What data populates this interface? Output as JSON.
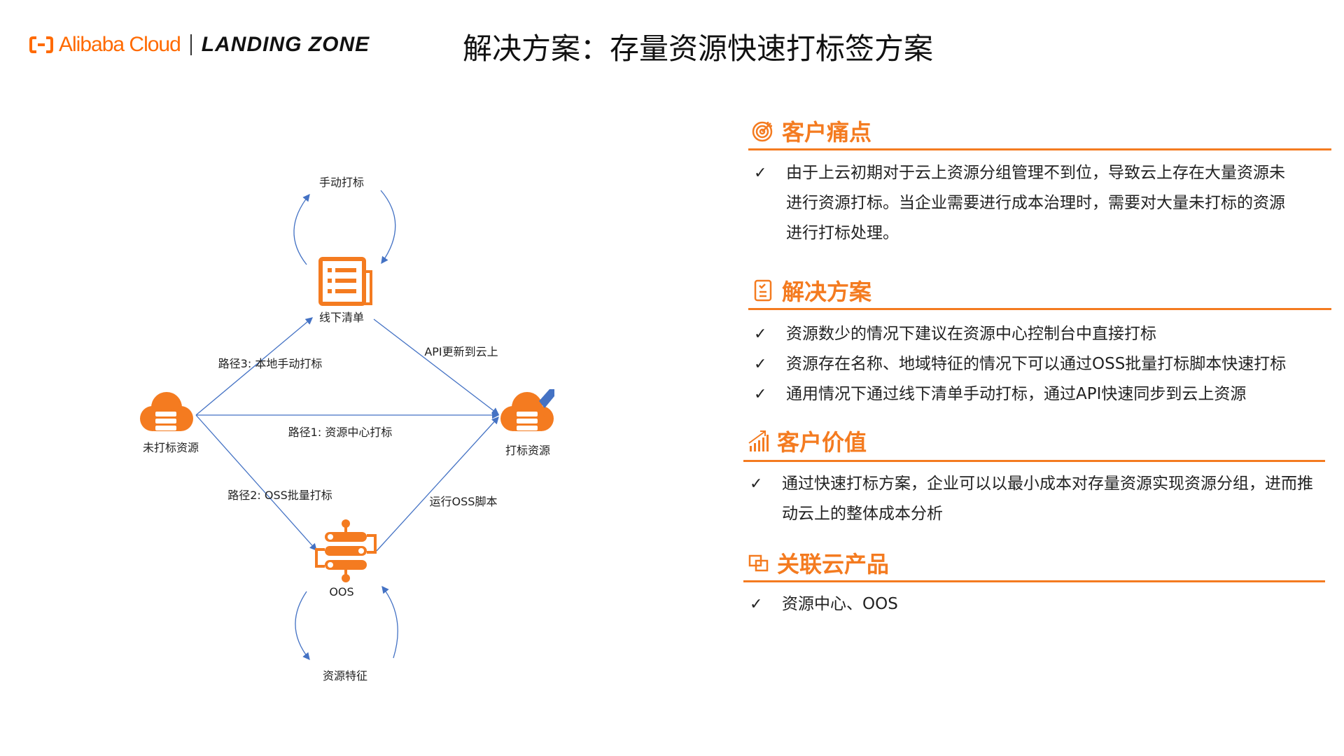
{
  "header": {
    "brand": "Alibaba Cloud",
    "product": "LANDING ZONE",
    "title": "解决方案：存量资源快速打标签方案"
  },
  "colors": {
    "accent": "#f47b20",
    "arrow": "#4472c4",
    "tag": "#4472c4"
  },
  "diagram": {
    "manual_tag": "手动打标",
    "offline_list": "线下清单",
    "untagged": "未打标资源",
    "tagged": "打标资源",
    "oos": "OOS",
    "resource_features": "资源特征",
    "path3": "路径3: 本地手动打标",
    "api_update": "API更新到云上",
    "path1": "路径1: 资源中心打标",
    "path2": "路径2: OSS批量打标",
    "run_oss": "运行OSS脚本"
  },
  "sections": [
    {
      "title": "客户痛点",
      "icon": "target-icon",
      "bullets": [
        "由于上云初期对于云上资源分组管理不到位，导致云上存在大量资源未进行资源打标。当企业需要进行成本治理时，需要对大量未打标的资源进行打标处理。"
      ]
    },
    {
      "title": "解决方案",
      "icon": "checklist-icon",
      "bullets": [
        "资源数少的情况下建议在资源中心控制台中直接打标",
        "资源存在名称、地域特征的情况下可以通过OSS批量打标脚本快速打标",
        "通用情况下通过线下清单手动打标，通过API快速同步到云上资源"
      ]
    },
    {
      "title": "客户价值",
      "icon": "growth-chart-icon",
      "bullets": [
        "通过快速打标方案，企业可以以最小成本对存量资源实现资源分组，进而推动云上的整体成本分析"
      ]
    },
    {
      "title": "关联云产品",
      "icon": "linked-products-icon",
      "bullets": [
        "资源中心、OOS"
      ]
    }
  ],
  "check": "✓"
}
